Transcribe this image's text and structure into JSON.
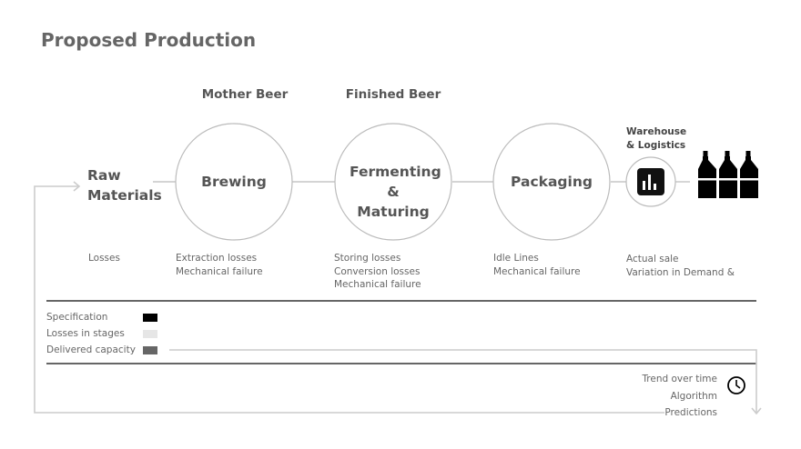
{
  "title": "Proposed Production",
  "stage_headers": {
    "mother_beer": "Mother Beer",
    "finished_beer": "Finished Beer"
  },
  "nodes": {
    "raw_materials": "Raw Materials",
    "brewing": "Brewing",
    "fermenting": "Fermenting & Maturing",
    "packaging": "Packaging",
    "warehouse": "Warehouse & Logistics"
  },
  "losses": {
    "raw_materials": [
      "Losses"
    ],
    "brewing": [
      "Extraction losses",
      "Mechanical failure"
    ],
    "fermenting": [
      "Storing losses",
      "Conversion losses",
      "Mechanical failure"
    ],
    "packaging": [
      "Idle Lines",
      "Mechanical failure"
    ],
    "warehouse": [
      "Actual sale",
      "Variation in Demand &"
    ]
  },
  "legend": [
    {
      "label": "Specification",
      "color": "#000000"
    },
    {
      "label": "Losses in stages",
      "color": "#e6e6e6"
    },
    {
      "label": "Delivered capacity",
      "color": "#666666"
    }
  ],
  "trend": [
    "Trend over time",
    "Algorithm",
    "Predictions"
  ],
  "icons": {
    "warehouse": "bar-chart-icon",
    "product": "beer-bottles-icon",
    "trend": "clock-icon"
  }
}
